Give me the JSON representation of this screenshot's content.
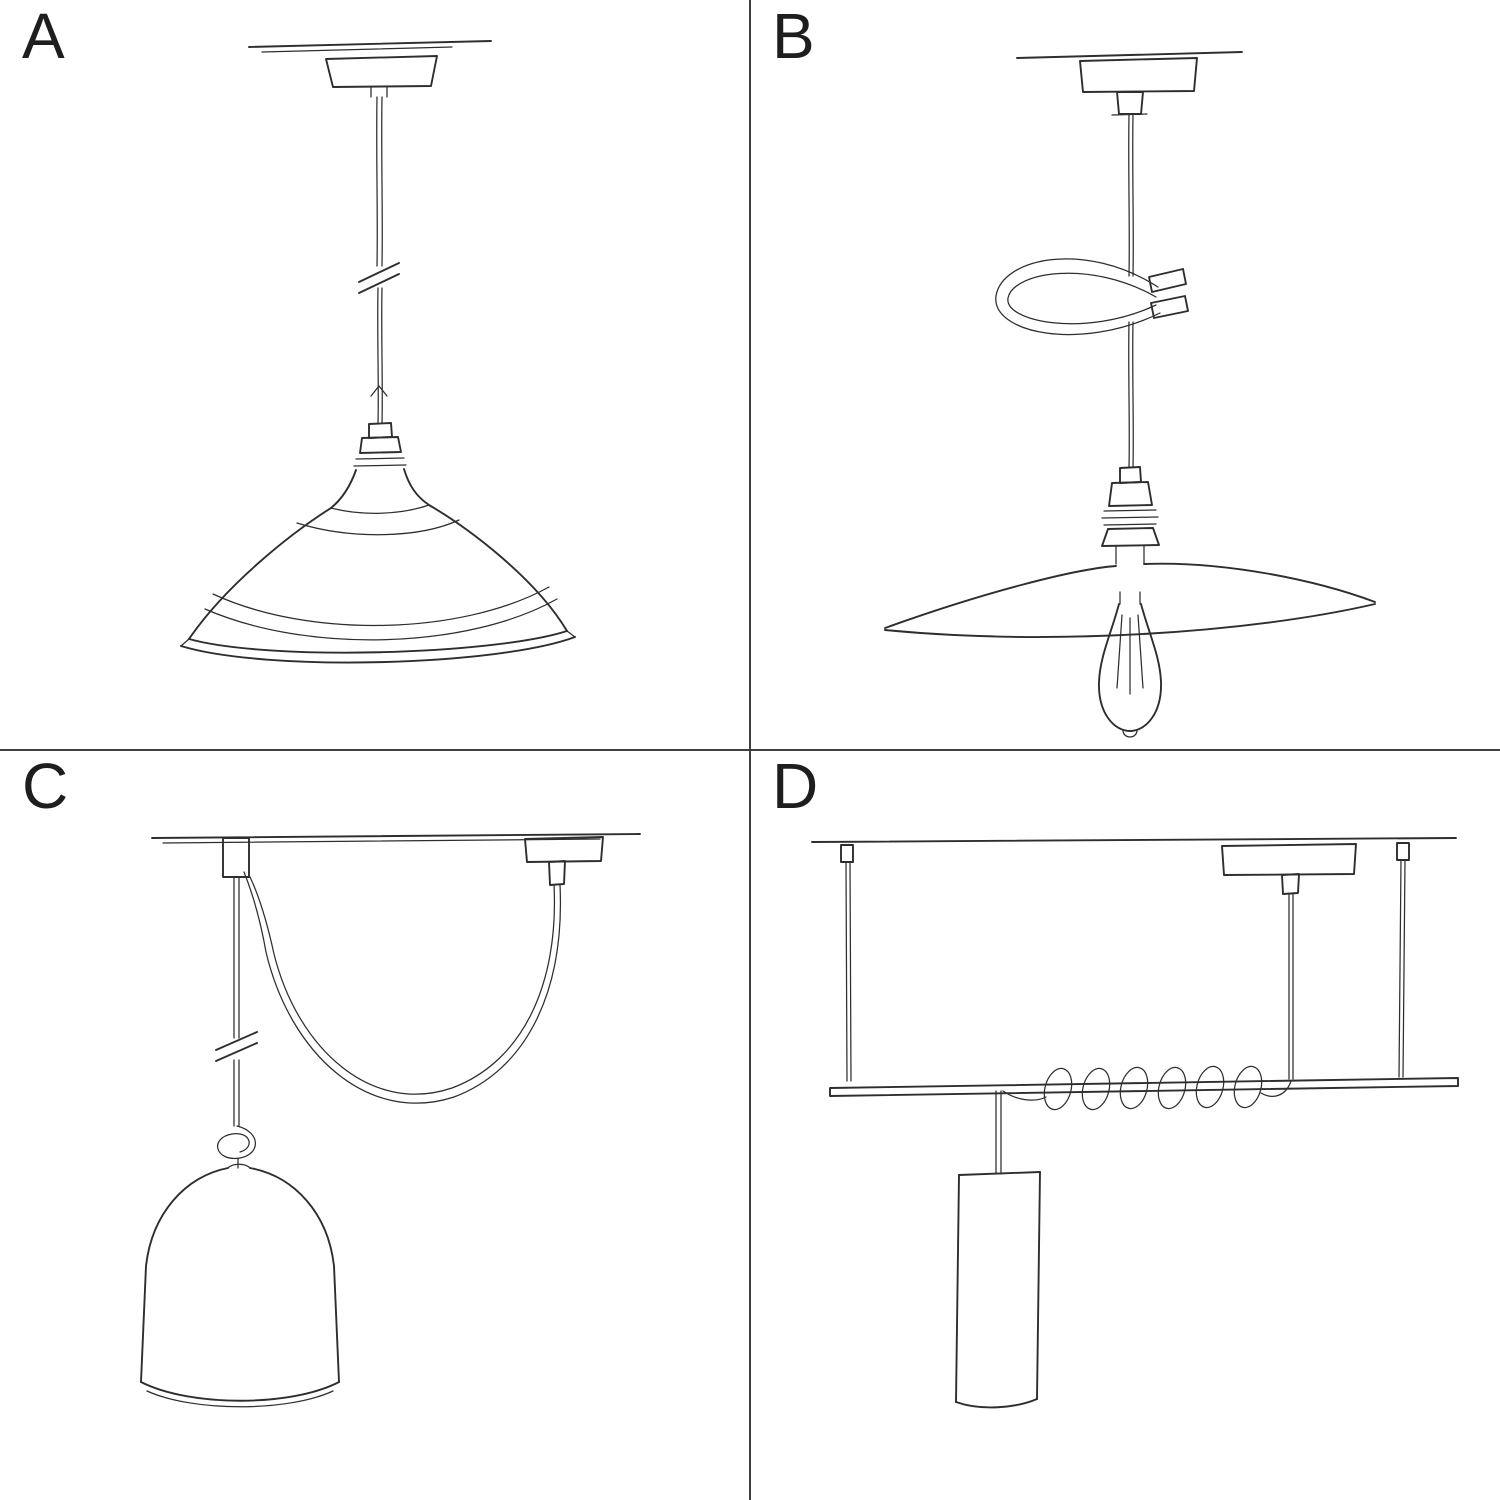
{
  "colors": {
    "background": "#ffffff",
    "line": "#2e2e2e",
    "divider": "#3f3f3f",
    "label": "#1e1e1e"
  },
  "panels": [
    {
      "label": "A",
      "name": "pendant-cable-with-industrial-shade"
    },
    {
      "label": "B",
      "name": "pendant-cable-with-loop-flat-shade-and-exposed-bulb"
    },
    {
      "label": "C",
      "name": "swag-pendant-with-knot-and-bell-shade"
    },
    {
      "label": "D",
      "name": "suspended-bar-with-coiled-cable-and-tube-shade"
    }
  ]
}
